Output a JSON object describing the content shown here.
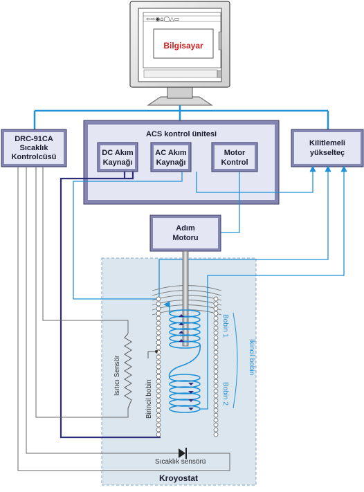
{
  "computer": {
    "label": "Bilgisayar"
  },
  "drc": {
    "line1": "DRC-91CA",
    "line2": "Sıcaklık",
    "line3": "Kontrolcüsü"
  },
  "acs": {
    "title": "ACS kontrol ünitesi"
  },
  "dc_source": {
    "line1": "DC Akım",
    "line2": "Kaynağı"
  },
  "ac_source": {
    "line1": "AC Akım",
    "line2": "Kaynağı"
  },
  "motor_control": {
    "line1": "Motor",
    "line2": "Kontrol"
  },
  "lockin": {
    "line1": "Kilitlemeli",
    "line2": "yükselteç"
  },
  "stepper": {
    "line1": "Adım",
    "line2": "Motoru"
  },
  "labels": {
    "heater_sensor": "Isıtıcı Sensör",
    "primary_coil": "Birincil bobin",
    "coil1": "Bobin 1",
    "coil2": "Bobin 2",
    "secondary_coil": "İkincil bobin",
    "temp_sensor": "Sıcaklık sensörü",
    "cryostat": "Kroyostat"
  },
  "colors": {
    "signal_blue": "#1e90d6",
    "dark_wire": "#2b2d7a",
    "box_fill": "#e4e6f4",
    "cryostat_fill": "#dbe6ef"
  }
}
